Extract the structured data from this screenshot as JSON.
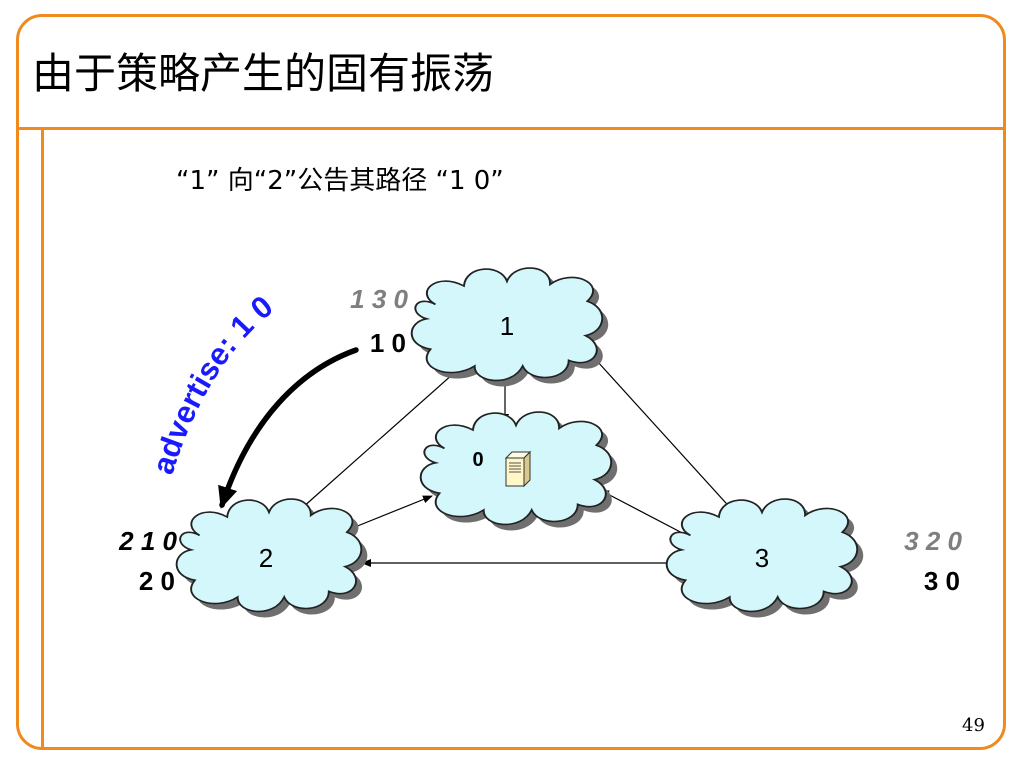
{
  "slide": {
    "title": "由于策略产生的固有振荡",
    "subtitle": "“1” 向“2”公告其路径 “1 0”",
    "page_number": "49"
  },
  "diagram": {
    "advertise_label": "advertise: 1 0",
    "nodes": [
      {
        "id": "node-1",
        "label": "1",
        "alt_path": "1 3 0",
        "alt_path_color": "#7f7f7f",
        "current_path": "1 0"
      },
      {
        "id": "node-2",
        "label": "2",
        "alt_path": "2 1 0",
        "alt_path_color": "#000000",
        "current_path": "2 0"
      },
      {
        "id": "node-3",
        "label": "3",
        "alt_path": "3 2 0",
        "alt_path_color": "#7f7f7f",
        "current_path": "3 0"
      },
      {
        "id": "node-0",
        "label": "0",
        "icon": "server-icon"
      }
    ],
    "edges": [
      {
        "from": "1",
        "to": "0"
      },
      {
        "from": "1",
        "to": "3"
      },
      {
        "from": "2",
        "to": "1"
      },
      {
        "from": "2",
        "to": "0"
      },
      {
        "from": "3",
        "to": "0"
      },
      {
        "from": "3",
        "to": "2"
      }
    ],
    "colors": {
      "frame": "#f08a1c",
      "cloud_fill": "#d3f7fb",
      "advertise_text": "#1a1aff"
    }
  }
}
